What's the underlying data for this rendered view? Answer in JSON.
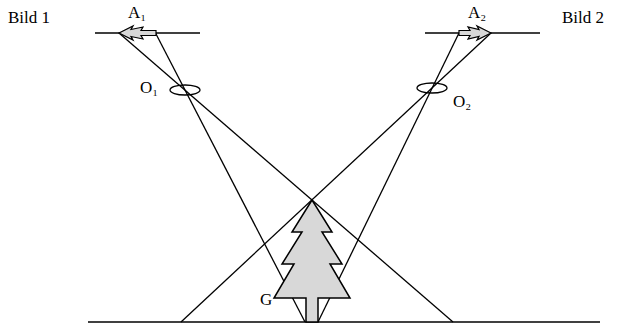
{
  "diagram": {
    "labels": [
      "Bild 1",
      "Bild 2",
      "A₁",
      "A₂",
      "O₁",
      "O₂",
      "G"
    ]
  }
}
